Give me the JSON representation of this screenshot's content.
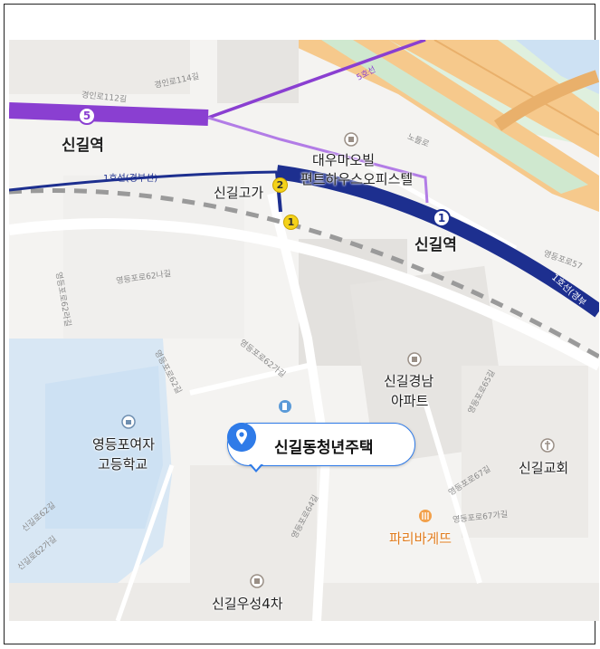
{
  "colors": {
    "line5": "#8a3fd1",
    "line1": "#1d2f8f",
    "road_orange": "#f6c98c",
    "road_green": "#cfe8cf",
    "water": "#cde1f3",
    "block": "#f0efed",
    "building": "#e6e4e1",
    "pin": "#2f7be8",
    "exit_yellow": "#f4d21a",
    "poi_orange": "#e07a1b"
  },
  "stations": {
    "sin_gil_line5": {
      "name": "신길역",
      "line_badge": "5"
    },
    "sin_gil_line1": {
      "name": "신길역",
      "line_badge": "1"
    }
  },
  "exits": [
    "2",
    "1"
  ],
  "places": {
    "daewoo": "대우마오빌",
    "daewoo_officetel": "편트하우스오피스텔",
    "singil_goga": "신길고가",
    "singil_gyeongnam_1": "신길경남",
    "singil_gyeongnam_2": "아파트",
    "girls_high_1": "영등포여자",
    "girls_high_2": "고등학교",
    "church": "신길교회",
    "paris": "파리바게뜨",
    "woosung": "신길우성4차"
  },
  "rail_labels": {
    "line1_gyeongbu": "1호선(경부선)",
    "line1_short": "1호선(경부",
    "line5_small": "5호선"
  },
  "streets": {
    "s1": "경인로114길",
    "s2": "경인로112길",
    "s3": "노들로",
    "s4": "영등포로62나길",
    "s5": "영등포로62라길",
    "s6": "영등포로62가길",
    "s7": "영등포로62길",
    "s8": "신길로62길",
    "s9": "신길로62가길",
    "s10": "영등포로64길",
    "s11": "영등포로65길",
    "s12": "영등포로67길",
    "s13": "영등포로67가길",
    "s14": "영등포로57"
  },
  "marker": {
    "label": "신길동청년주택"
  }
}
